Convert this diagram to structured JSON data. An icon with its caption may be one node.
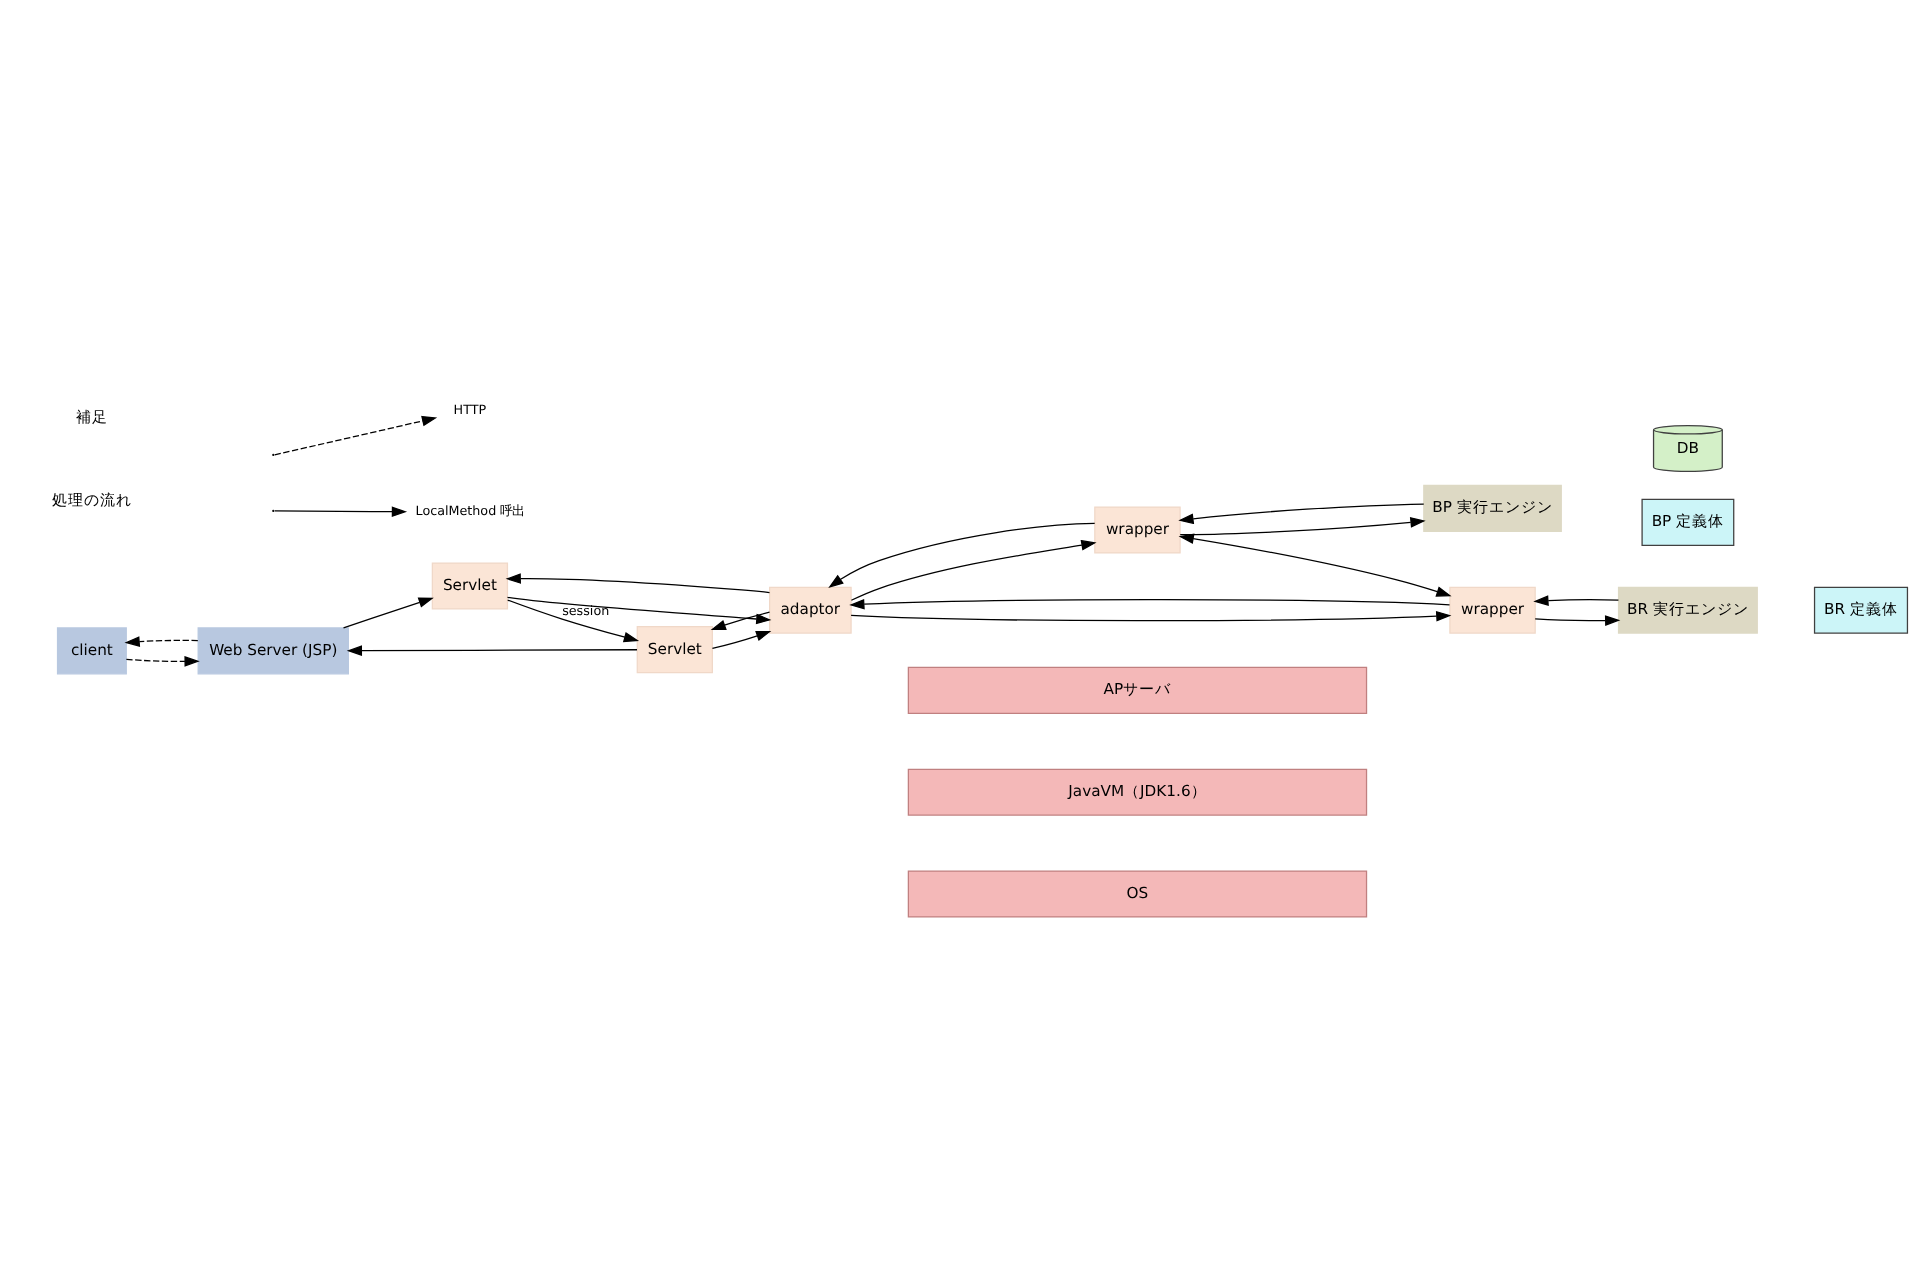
{
  "diagram": {
    "nodes": [
      {
        "text": [
          "client"
        ]
      },
      {
        "text": [
          "Web Server (JSP)"
        ]
      },
      {
        "text": [
          "Servlet"
        ]
      },
      {
        "text": [
          "Servlet"
        ]
      },
      {
        "text": [
          "adaptor"
        ]
      },
      {
        "text": [
          "wrapper"
        ]
      },
      {
        "text": [
          "wrapper"
        ]
      },
      {
        "text": [
          "BP 実行エンジン"
        ]
      },
      {
        "text": [
          "BP 定義体"
        ]
      },
      {
        "text": [
          "DB"
        ]
      },
      {
        "text": [
          "BR 実行エンジン"
        ]
      },
      {
        "text": [
          "BR 定義体"
        ]
      },
      {
        "text": [
          "APサーバ"
        ]
      },
      {
        "text": [
          "JavaVM（JDK1.6）"
        ]
      },
      {
        "text": [
          "OS"
        ]
      }
    ],
    "edges": [
      {
        "from": 0,
        "to": 1,
        "arrow": "to",
        "style": "dashed"
      },
      {
        "from": 1,
        "to": 2,
        "arrow": "to"
      },
      {
        "from": 2,
        "to": 4,
        "arrow": "to"
      },
      {
        "from": 4,
        "to": 2,
        "arrow": "to"
      },
      {
        "from": 2,
        "to": 3,
        "arrow": "to",
        "label": "session"
      },
      {
        "from": 4,
        "to": 5,
        "arrow": "to"
      },
      {
        "from": 5,
        "to": 4,
        "arrow": "to"
      },
      {
        "from": 5,
        "to": 7,
        "arrow": "to"
      },
      {
        "from": 7,
        "to": 5,
        "arrow": "to"
      },
      {
        "from": 5,
        "to": 6,
        "arrow": "both"
      },
      {
        "from": 3,
        "to": 1,
        "arrow": "to"
      },
      {
        "from": 1,
        "to": 0,
        "arrow": "to",
        "style": "dashed"
      },
      {
        "from": 3,
        "to": 4,
        "arrow": "to"
      },
      {
        "from": 4,
        "to": 3,
        "arrow": "to"
      },
      {
        "from": 4,
        "to": 6,
        "arrow": "to"
      },
      {
        "from": 6,
        "to": 4,
        "arrow": "to"
      },
      {
        "from": 10,
        "to": 6,
        "arrow": "to"
      },
      {
        "from": 6,
        "to": 10,
        "arrow": "to"
      }
    ],
    "labels": [
      "補足",
      "処理の流れ"
    ],
    "legend": [
      {
        "text": "HTTP"
      },
      {
        "text": "LocalMethod 呼出"
      }
    ]
  }
}
